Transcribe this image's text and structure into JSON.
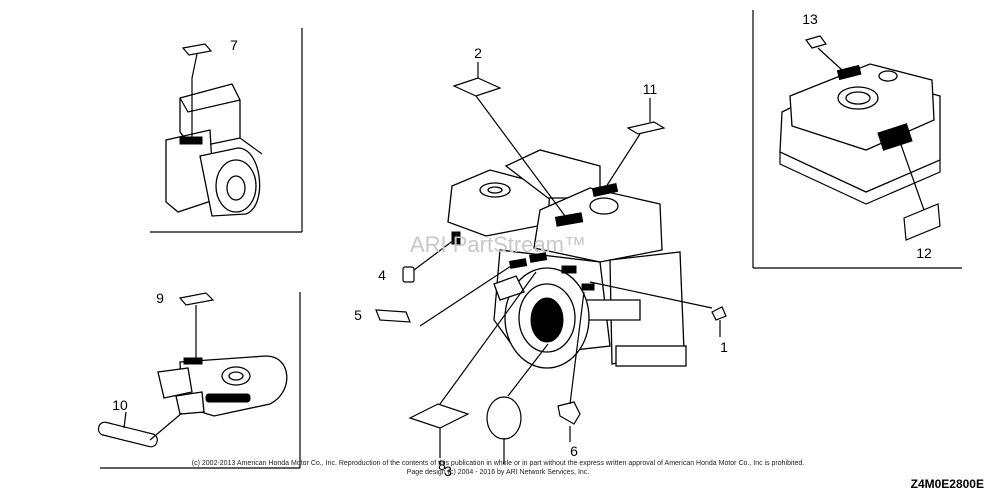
{
  "callouts": {
    "c1": "1",
    "c2": "2",
    "c3": "3",
    "c4": "4",
    "c5": "5",
    "c6": "6",
    "c7": "7",
    "c8": "8",
    "c9": "9",
    "c10": "10",
    "c11": "11",
    "c12": "12",
    "c13": "13"
  },
  "watermark": "ARI PartStream™",
  "copyright_line1": "(c) 2002-2013 American Honda Motor Co., Inc. Reproduction of the contents of this publication in whole or in part without the express written approval of American Honda Motor Co., Inc is prohibited.",
  "copyright_line2": "Page design (c) 2004 - 2016 by ARI Network Services, Inc.",
  "diagram_code": "Z4M0E2800E"
}
